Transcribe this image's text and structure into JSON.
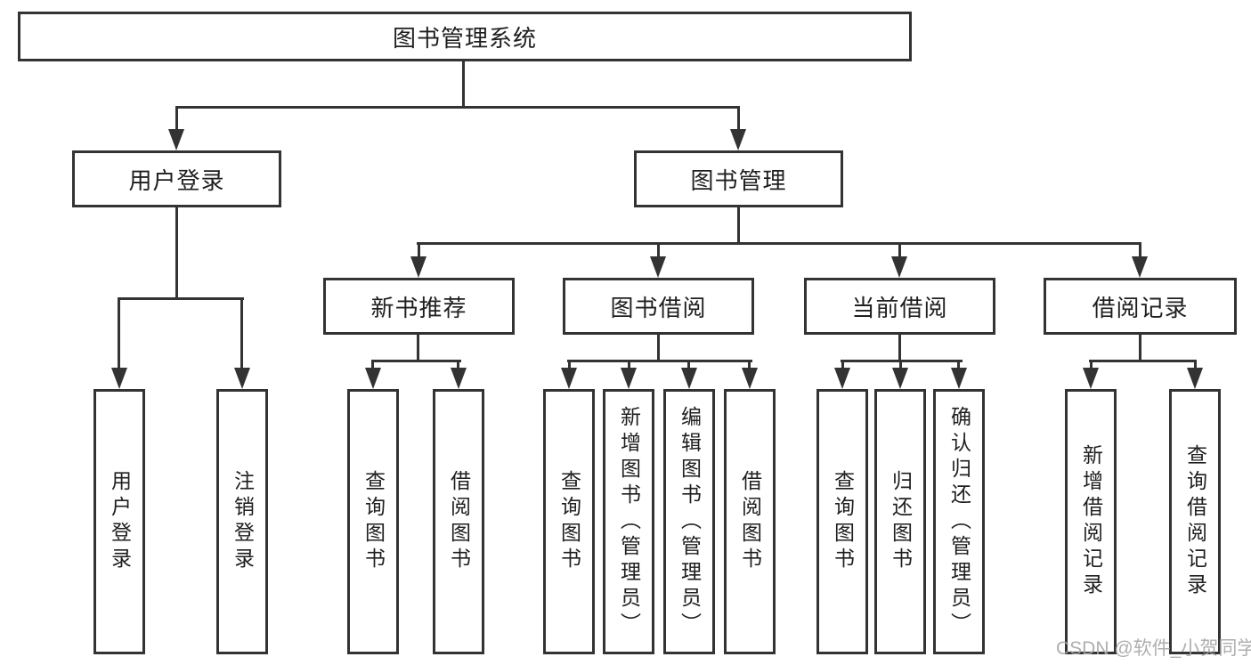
{
  "root": {
    "label": "图书管理系统"
  },
  "level2": {
    "user_login": {
      "label": "用户登录"
    },
    "book_mgmt": {
      "label": "图书管理"
    }
  },
  "level3": {
    "new_books": {
      "label": "新书推荐"
    },
    "book_borrow": {
      "label": "图书借阅"
    },
    "current_borrow": {
      "label": "当前借阅"
    },
    "borrow_records": {
      "label": "借阅记录"
    }
  },
  "leaves": {
    "user_login": [
      "用户登录",
      "注销登录"
    ],
    "new_books": [
      "查询图书",
      "借阅图书"
    ],
    "book_borrow": [
      "查询图书",
      "新增图书（管理员）",
      "编辑图书（管理员）",
      "借阅图书"
    ],
    "current_borrow": [
      "查询图书",
      "归还图书",
      "确认归还（管理员）"
    ],
    "borrow_records": [
      "新增借阅记录",
      "查询借阅记录"
    ]
  },
  "watermark": "CSDN @软件_小贺同学",
  "colors": {
    "line": "#333333",
    "text": "#1f1f1f",
    "watermark": "#a6a6a6",
    "background": "#ffffff"
  }
}
